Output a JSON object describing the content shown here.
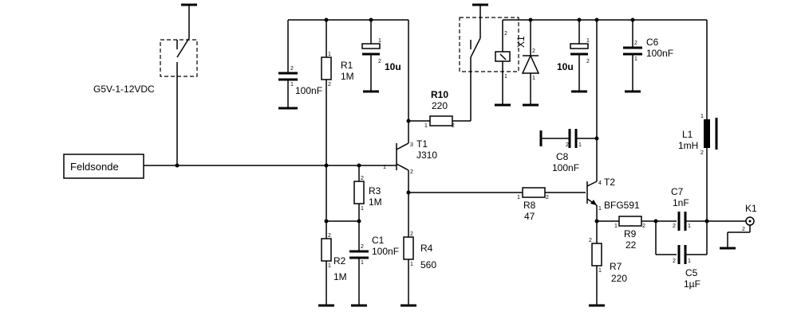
{
  "labels": {
    "relay1": "G5V-1-12VDC",
    "probe": "Feldsonde",
    "r1_name": "R1",
    "r1_val": "1M",
    "r2_name": "R2",
    "r2_val": "1M",
    "r3_name": "R3",
    "r3_val": "1M",
    "r4_name": "R4",
    "r4_val": "560",
    "r7_name": "R7",
    "r7_val": "220",
    "r8_name": "R8",
    "r8_val": "47",
    "r9_name": "R9",
    "r9_val": "22",
    "r10_name": "R10",
    "r10_val": "220",
    "c_left_val": "100nF",
    "c1_name": "C1",
    "c1_val": "100nF",
    "c5_name": "C5",
    "c5_val": "1µF",
    "c6_name": "C6",
    "c6_val": "100nF",
    "c7_name": "C7",
    "c7_val": "1nF",
    "c8_name": "C8",
    "c8_val": "100nF",
    "elco1_val": "10u",
    "elco2_val": "10u",
    "t1_name": "T1",
    "t1_type": "J310",
    "t2_name": "T2",
    "t2_type": "BFG591",
    "x1_name": "X1",
    "l1_name": "L1",
    "l1_val": "1mH",
    "k1_name": "K1"
  }
}
